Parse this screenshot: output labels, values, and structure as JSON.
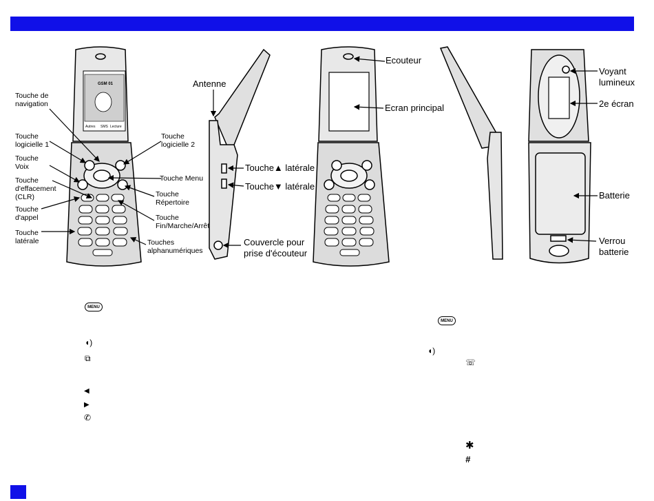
{
  "labels": {
    "touche_navigation": "Touche de\nnavigation",
    "touche_logicielle_1": "Touche\nlogicielle 1",
    "touche_voix": "Touche\nVoix",
    "touche_effacement": "Touche\nd'effacement\n(CLR)",
    "touche_appel": "Touche\nd'appel",
    "touche_laterale_left": "Touche\nlatérale",
    "touche_logicielle_2": "Touche\nlogicielle 2",
    "touche_menu": "Touche Menu",
    "touche_repertoire": "Touche\nRépertoire",
    "touche_fin": "Touche\nFin/Marche/Arrêt",
    "touches_alpha": "Touches\nalphanumériques",
    "antenne": "Antenne",
    "touche_up_prefix": "Touche",
    "touche_up_suffix": " latérale",
    "touche_down_prefix": "Touche",
    "touche_down_suffix": " latérale",
    "couvercle": "Couvercle pour\nprise d'écouteur",
    "ecouteur": "Ecouteur",
    "ecran_principal": "Ecran principal",
    "voyant": "Voyant\nlumineux",
    "second_ecran": "2e écran",
    "batterie": "Batterie",
    "verrou": "Verrou\nbatterie"
  },
  "phone_screen": {
    "operator": "GSM 01",
    "softkey_left": "Autres",
    "softkey_mid": "SMS",
    "softkey_right": "Lecture"
  },
  "icons": {
    "menu_1": "MENU",
    "menu_2": "MENU",
    "voice_1": "voice-key-icon",
    "book": "phonebook-icon",
    "left": "left-triangle-icon",
    "right": "right-triangle-icon",
    "call": "call-handset-icon",
    "voice_2": "voice-key-icon",
    "end": "end-key-icon",
    "star": "star-key-icon",
    "hash": "hash-key-icon"
  },
  "colors": {
    "accent": "#1010e8"
  }
}
